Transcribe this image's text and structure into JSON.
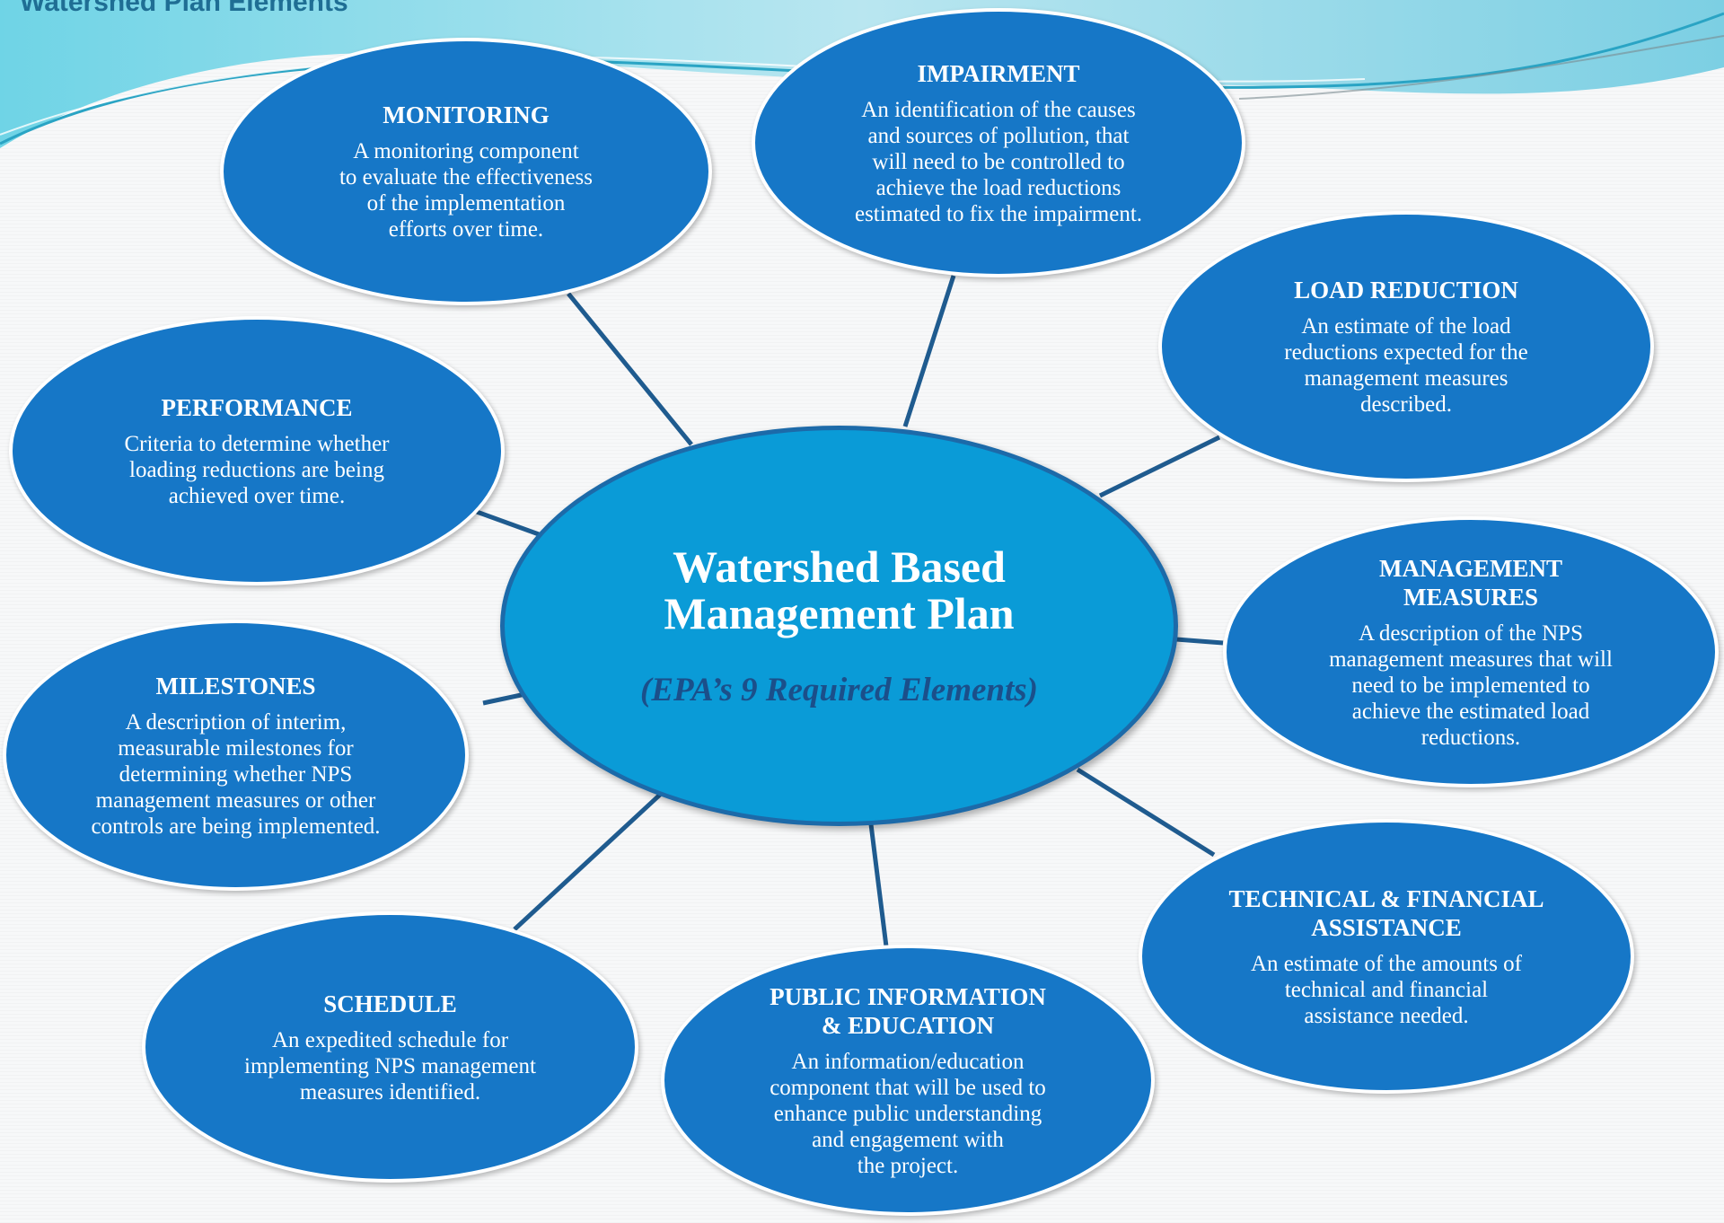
{
  "slide": {
    "title": "Watershed Plan Elements"
  },
  "colors": {
    "node_fill": "#1677c7",
    "center_fill": "#0a9bd7",
    "connector": "#1f5b8f",
    "subtitle": "#1b4f8a"
  },
  "center": {
    "title": "Watershed Based\nManagement Plan",
    "subtitle": "(EPA’s 9 Required Elements)"
  },
  "elements": [
    {
      "title": "MONITORING",
      "description": "A monitoring component\nto evaluate the effectiveness\nof the implementation\nefforts over time."
    },
    {
      "title": "IMPAIRMENT",
      "description": "An identification of the causes\nand sources of pollution, that\nwill need to be controlled to\nachieve the load reductions\nestimated to fix the impairment."
    },
    {
      "title": "LOAD REDUCTION",
      "description": "An estimate of the load\nreductions expected for the\nmanagement measures\ndescribed."
    },
    {
      "title": "PERFORMANCE",
      "description": "Criteria to determine whether\nloading reductions are being\nachieved over time."
    },
    {
      "title": "MANAGEMENT\nMEASURES",
      "description": "A description of the NPS\nmanagement measures that will\nneed to be implemented to\nachieve the estimated load\nreductions."
    },
    {
      "title": "MILESTONES",
      "description": "A description of interim,\nmeasurable milestones for\ndetermining whether NPS\nmanagement measures or other\ncontrols are being implemented."
    },
    {
      "title": "TECHNICAL & FINANCIAL\nASSISTANCE",
      "description": "An estimate of the amounts of\ntechnical and financial\nassistance needed."
    },
    {
      "title": "SCHEDULE",
      "description": "An expedited schedule for\nimplementing NPS management\nmeasures identified."
    },
    {
      "title": "PUBLIC INFORMATION\n& EDUCATION",
      "description": "An information/education\ncomponent that will be used to\nenhance public understanding\nand engagement with\nthe project."
    }
  ]
}
